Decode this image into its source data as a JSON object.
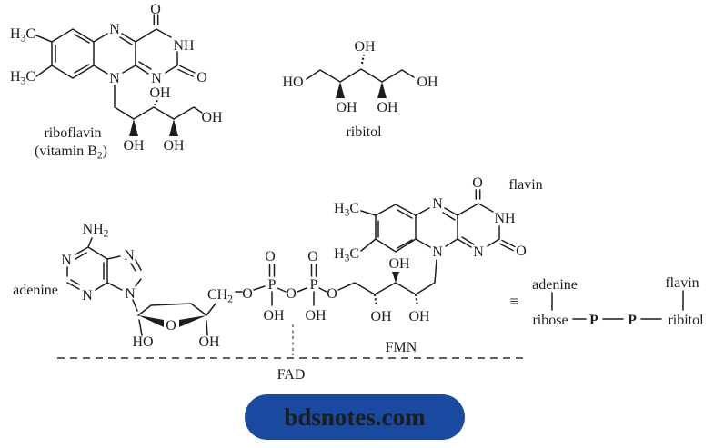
{
  "colors": {
    "ink": "#1d1d1b",
    "separator": "#4a4a4a",
    "button_bg": "#1a4a9f",
    "button_text": "#ffffff"
  },
  "riboflavin": {
    "methyl_top": {
      "pre": "H",
      "sub": "3",
      "post": "C"
    },
    "methyl_bottom": {
      "pre": "H",
      "sub": "3",
      "post": "C"
    },
    "n5": "N",
    "n10": "N",
    "nh": "NH",
    "n1": "N",
    "o_top": "O",
    "o_right": "O",
    "chain": {
      "oh_top": "OH",
      "oh_bottom_left": "OH",
      "oh_bottom_right": "OH",
      "oh_terminal": "OH"
    },
    "caption_line1": "riboflavin",
    "caption_line2": {
      "pre": "(vitamin B",
      "sub": "2",
      "post": ")"
    }
  },
  "ribitol": {
    "ho_left": "HO",
    "oh_top": "OH",
    "oh_right": "OH",
    "oh_bottom_left": "OH",
    "oh_bottom_right": "OH",
    "caption": "ribitol"
  },
  "fad": {
    "adenine_caption": "adenine",
    "adenine": {
      "amino": {
        "pre": "NH",
        "sub": "2"
      },
      "n1": "N",
      "n3": "N",
      "n7": "N",
      "n9": "N"
    },
    "ribose": {
      "ring_o": "O",
      "ho_left": "HO",
      "oh_right": "OH",
      "ch2": {
        "pre": "CH",
        "sub": "2"
      }
    },
    "diphosphate": {
      "o_left": "O",
      "p1": "P",
      "p1_o_top": "O",
      "p1_oh": "OH",
      "o_bridge": "O",
      "p2": "P",
      "p2_o_top": "O",
      "p2_oh": "OH",
      "o_right": "O"
    },
    "ribityl": {
      "oh_top": "OH",
      "oh_bottom_left": "OH",
      "oh_bottom_right": "OH"
    },
    "flavin_caption": "flavin",
    "flavin": {
      "methyl_top": {
        "pre": "H",
        "sub": "3",
        "post": "C"
      },
      "methyl_bottom": {
        "pre": "H",
        "sub": "3",
        "post": "C"
      },
      "n5": "N",
      "n10": "N",
      "nh": "NH",
      "n1": "N",
      "o_top": "O",
      "o_right": "O"
    },
    "fmn_label": "FMN",
    "fad_label": "FAD"
  },
  "schematic": {
    "equiv": "≡",
    "adenine": "adenine",
    "ribose": "ribose",
    "p_left": "P",
    "p_right": "P",
    "ribitol": "ribitol",
    "flavin": "flavin"
  },
  "footer": {
    "brand": "bdsnotes.com"
  }
}
